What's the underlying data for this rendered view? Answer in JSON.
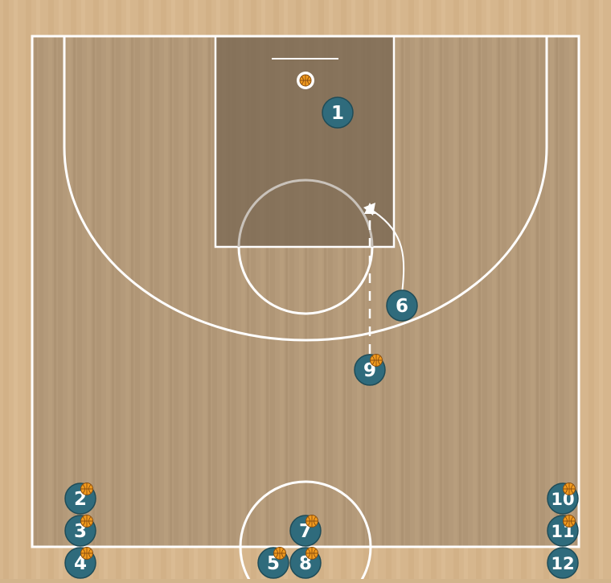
{
  "colors": {
    "floor_outer": "#d6b68d",
    "floor_inner": "#b49a7a",
    "paint": "#7f6c56",
    "lines": "#ffffff",
    "player": "#2f6b7c",
    "player_text": "#ffffff",
    "ball": "#f29b1e"
  },
  "players": [
    {
      "label": "1",
      "has_ball": false
    },
    {
      "label": "2",
      "has_ball": true
    },
    {
      "label": "3",
      "has_ball": true
    },
    {
      "label": "4",
      "has_ball": true
    },
    {
      "label": "5",
      "has_ball": true
    },
    {
      "label": "6",
      "has_ball": false
    },
    {
      "label": "7",
      "has_ball": true
    },
    {
      "label": "8",
      "has_ball": true
    },
    {
      "label": "9",
      "has_ball": true
    },
    {
      "label": "10",
      "has_ball": true
    },
    {
      "label": "11",
      "has_ball": true
    },
    {
      "label": "12",
      "has_ball": false
    }
  ],
  "actions": [
    {
      "type": "cut",
      "from": "6",
      "style": "solid-curved-arrow"
    },
    {
      "type": "pass",
      "from": "9",
      "style": "dashed-arrow"
    }
  ]
}
